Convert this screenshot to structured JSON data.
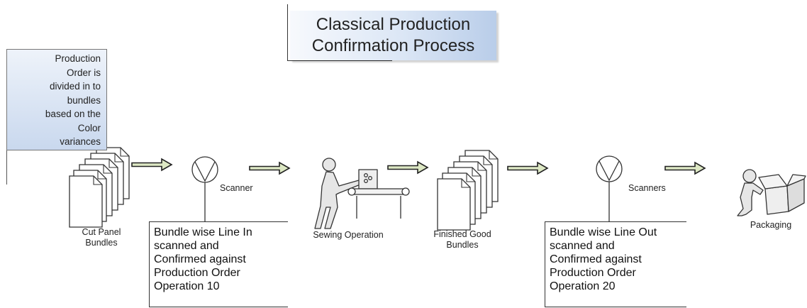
{
  "title": {
    "line1": "Classical Production",
    "line2": "Confirmation Process"
  },
  "callout": {
    "lines": [
      "Production",
      "Order is",
      "divided in to",
      "bundles",
      "based on the",
      "Color",
      "variances"
    ]
  },
  "steps": {
    "cut_panel": {
      "line1": "Cut Panel",
      "line2": "Bundles"
    },
    "scanner_in": {
      "label": "Scanner"
    },
    "sewing": {
      "label": "Sewing Operation"
    },
    "finished": {
      "line1": "Finished Good",
      "line2": "Bundles"
    },
    "scanner_out": {
      "label": "Scanners"
    },
    "packaging": {
      "label": "Packaging"
    }
  },
  "line_in_box": {
    "lines": [
      "Bundle wise Line In",
      "scanned and",
      "Confirmed against",
      "Production Order",
      "Operation 10"
    ]
  },
  "line_out_box": {
    "lines": [
      "Bundle wise Line Out",
      "scanned and",
      "Confirmed against",
      "Production Order",
      "Operation 20"
    ]
  },
  "colors": {
    "arrow_fill": "#dde8c4",
    "title_gradient": "#b9cde9",
    "callout_fill": "#c9d8ee"
  }
}
